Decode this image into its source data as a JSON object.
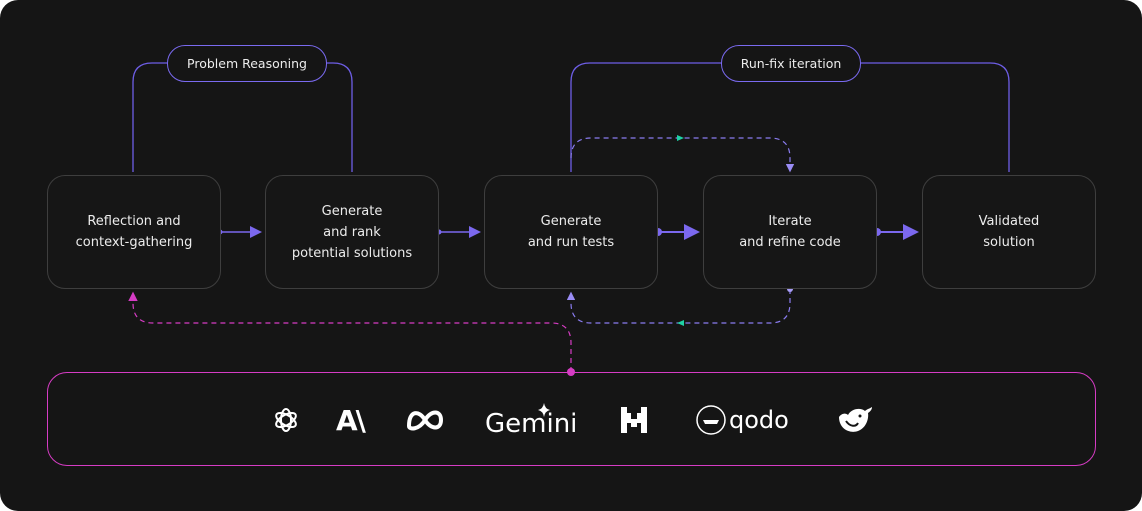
{
  "groups": {
    "problem_reasoning": "Problem Reasoning",
    "run_fix_iteration": "Run-fix iteration"
  },
  "steps": [
    {
      "lines": [
        "Reflection and",
        "context-gathering"
      ]
    },
    {
      "lines": [
        "Generate",
        "and rank",
        "potential solutions"
      ]
    },
    {
      "lines": [
        "Generate",
        "and run tests"
      ]
    },
    {
      "lines": [
        "Iterate",
        "and refine code"
      ]
    },
    {
      "lines": [
        "Validated",
        "solution"
      ]
    }
  ],
  "models": {
    "logos": [
      "openai-logo",
      "anthropic-logo",
      "meta-logo",
      "gemini-logo",
      "mistral-logo",
      "qodo-logo",
      "deepseek-logo"
    ],
    "gemini_text": "Gemini",
    "qodo_text": "qodo",
    "anthropic_text": "A\\"
  },
  "colors": {
    "background": "#151515",
    "flow": "#7b68ee",
    "feedback_arrow": "#1fd1a5",
    "models_link": "#d63cc4"
  }
}
